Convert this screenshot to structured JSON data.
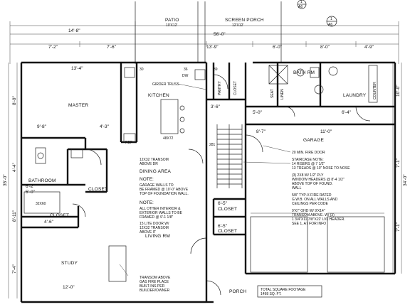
{
  "rooms": {
    "patio": "PATIO",
    "patio_size": "10'X12'",
    "screen_porch": "SCREEN PORCH",
    "screen_porch_size": "12'X12'",
    "master": "MASTER",
    "kitchen": "KITCHEN",
    "bath_rm": "BATH RM",
    "laundry": "LAUNDRY",
    "garage": "GARAGE",
    "dining_area": "DINING AREA",
    "bathroom": "BATHROOM",
    "closet_a": "CLOSET",
    "closet_b": "CLOSET",
    "closet_c": "CLOSET",
    "closet_d": "CLOSET",
    "living_rm": "LIVING RM",
    "study": "STUDY",
    "porch": "PORCH",
    "pantry": "PANTRY",
    "coat_closet": "CLOSET",
    "seat": "SEAT",
    "linen": "LINEN"
  },
  "dims": {
    "top_total": "56'-0\"",
    "top_left": "14'-8\"",
    "top_a": "7'-2\"",
    "top_b": "7'-6\"",
    "top_c": "13'-9\"",
    "top_d": "6'-0\"",
    "top_e": "4'-9\"",
    "top_f": "8'-0\"",
    "master_w": "13'-4\"",
    "master_h": "8'-9\"",
    "mw1": "9'-8\"",
    "mw2": "4'-3\"",
    "left_total": "35'-0\"",
    "left_a": "4'-4\"",
    "left_b": "8'-11\"",
    "left_c": "7'-4\"",
    "right_total": "34'-0\"",
    "right_a": "10'-0\"",
    "right_b": "7'-1\"",
    "right_c": "7'-1\"",
    "study_w": "12'-0\"",
    "closet_w": "4'-6\"",
    "bath_w1": "6'-2\"",
    "bath_w2": "5'-0\"",
    "garage_w": "11'-0\"",
    "garage_w2": "8'-7\"",
    "hall_a": "6'-5\"",
    "hall_b": "6'-5\"",
    "k_a": "3'-6\"",
    "k_b": "5'-0\"",
    "k_c": "6'-4\"",
    "n30": "30",
    "n39": "39",
    "n36": "36",
    "tub": "32X60",
    "island": "48X72",
    "dw": "DW",
    "ref": "REF",
    "counter": "COUNTER",
    "v281": "281"
  },
  "notes": {
    "girder_truss": "GIRDER TRUSS",
    "transom": "12X32 TRANSOM\nABOVE DR",
    "note1_title": "NOTE:",
    "note1": "GARAGE WALLS TO\nBE FRAMED @ 10'-0\" ABOVE\nTOP OF FOUNDATION WALL.",
    "note2_title": "NOTE:",
    "note2": "ALL OTHER INTERIOR &\nEXTERIOR WALLS TO BE\nFRAMED @ 9'-1 1/8\"",
    "lite_door": "15 LITE DOOR W/\n12X32 TRANSOM\nABOVE IT",
    "fireplace": "TRANSOM ABOVE\nGAS FIRE PLACE\nBUILT-INS PER\nBUILDER/OWNER",
    "fire_door": "20 MIN. FIRE DOOR",
    "staircase": "STAIRCASE NOTE:\n14 RISERS @ 7 1/2\"\n13 TREADS @ 10\" NOSE TO NOSE",
    "window_headers": "(3) 2X8 W/ 1/2\" PLY\nWINDOW HEADERS @ 8'-4 1/2\"\nABOVE TOP OF FOUND.\nWALL",
    "fire_rated": "5/8\" TYP-X FIRE RATED\nG.W.B. ON ALL WALLS AND\nCEILINGS PER CODE",
    "ohd": "9'X7' OHD W/ 9'X14\"\nTRANSOM ABOVE. W/ (3)\n1 3/4\"X11 7/8\"X22' LVL HEADER.\nSEE 1, A7 FOR INFO",
    "sqft": "TOTAL SQUARE FOOTAGE\n1498 SQ. FT."
  },
  "callouts": {
    "top_num": "1",
    "top_sheet": "A6",
    "right_num": "1",
    "right_sheet": "A6"
  }
}
